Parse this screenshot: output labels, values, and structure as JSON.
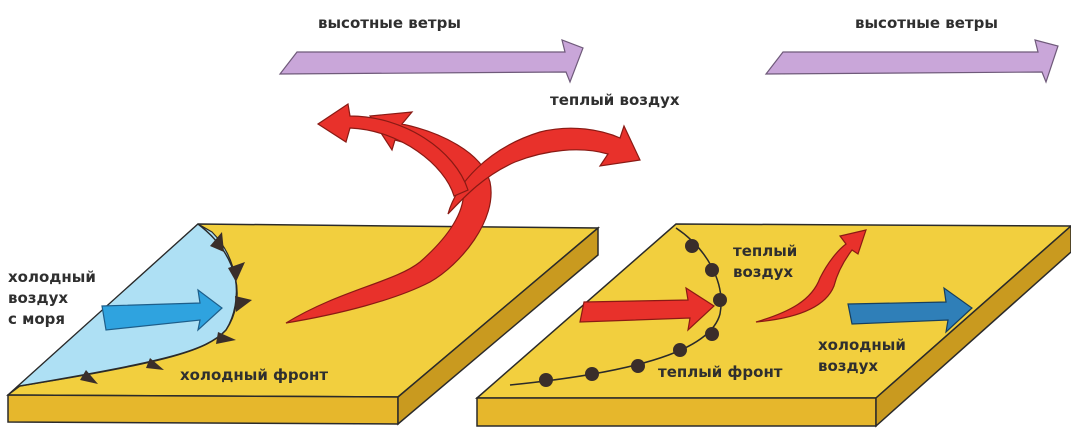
{
  "labels": {
    "upper_winds_left": "высотные ветры",
    "upper_winds_right": "высотные ветры",
    "warm_air_top": "теплый воздух",
    "cold_sea_air": [
      "холодный",
      "воздух",
      "с моря"
    ],
    "cold_front": "холодный фронт",
    "warm_air_right": [
      "теплый",
      "воздух"
    ],
    "warm_front": "теплый фронт",
    "cold_air_right": [
      "холодный",
      "воздух"
    ]
  },
  "colors": {
    "slab_top": "#f2cf3e",
    "slab_front": "#e6b72c",
    "slab_side": "#c99a1f",
    "outline": "#2a2a2a",
    "cold_region": "#aee0f4",
    "cold_arrow": "#2fa3df",
    "cold_arrow_dark": "#2f7fb8",
    "warm_arrow": "#e8312b",
    "upper_wind_arrow": "#c9a6d9",
    "front_marks": "#3a2e2a"
  }
}
